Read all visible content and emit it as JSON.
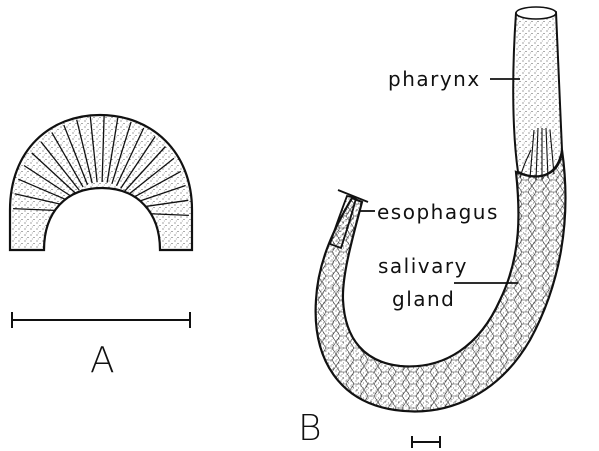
{
  "panel_a": {
    "letter": "A"
  },
  "panel_b": {
    "letter": "B",
    "labels": {
      "pharynx": "pharynx",
      "esophagus": "esophagus",
      "salivary_line1": "salivary",
      "salivary_line2": "gland"
    }
  },
  "colors": {
    "ink": "#111111",
    "paper": "#ffffff"
  }
}
